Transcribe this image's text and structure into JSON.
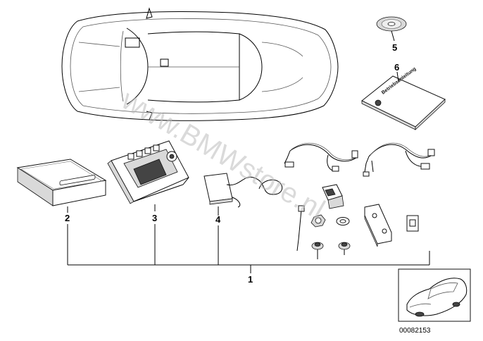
{
  "callouts": {
    "assembly": "1",
    "part2": "2",
    "part3": "3",
    "part4": "4",
    "part5": "5",
    "part6": "6"
  },
  "manual_cover_text": "Betriebsanleitung",
  "watermark": "www.BMWstore.nl",
  "reference_number": "00082153",
  "colors": {
    "line": "#000000",
    "watermark": "#bdbdbd",
    "background": "#ffffff"
  }
}
